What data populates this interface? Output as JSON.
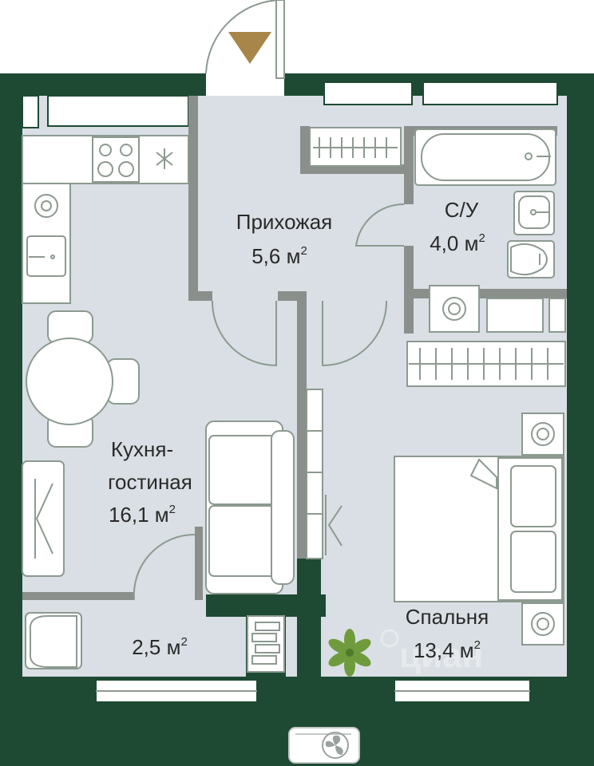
{
  "plan": {
    "colors": {
      "wall": "#1e4a33",
      "floor": "#d9dfe4",
      "entrance_arrow": "#a88548",
      "plant": "#6f9b3c",
      "furniture_stroke": "#8c9a90"
    },
    "rooms": {
      "hallway": {
        "name": "Прихожая",
        "area": "5,6 м",
        "sup": "2"
      },
      "bathroom": {
        "name": "С/У",
        "area": "4,0 м",
        "sup": "2"
      },
      "living": {
        "name_line1": "Кухня-",
        "name_line2": "гостиная",
        "area": "16,1 м",
        "sup": "2"
      },
      "balcony": {
        "area": "2,5 м",
        "sup": "2"
      },
      "bedroom": {
        "name": "Спальня",
        "area": "13,4 м",
        "sup": "2"
      }
    },
    "icons": {
      "entrance": "entrance-arrow-icon",
      "plant": "plant-icon",
      "ventilation": "fan-icon",
      "watermark": "cian-watermark"
    },
    "watermark_text": "циан"
  }
}
